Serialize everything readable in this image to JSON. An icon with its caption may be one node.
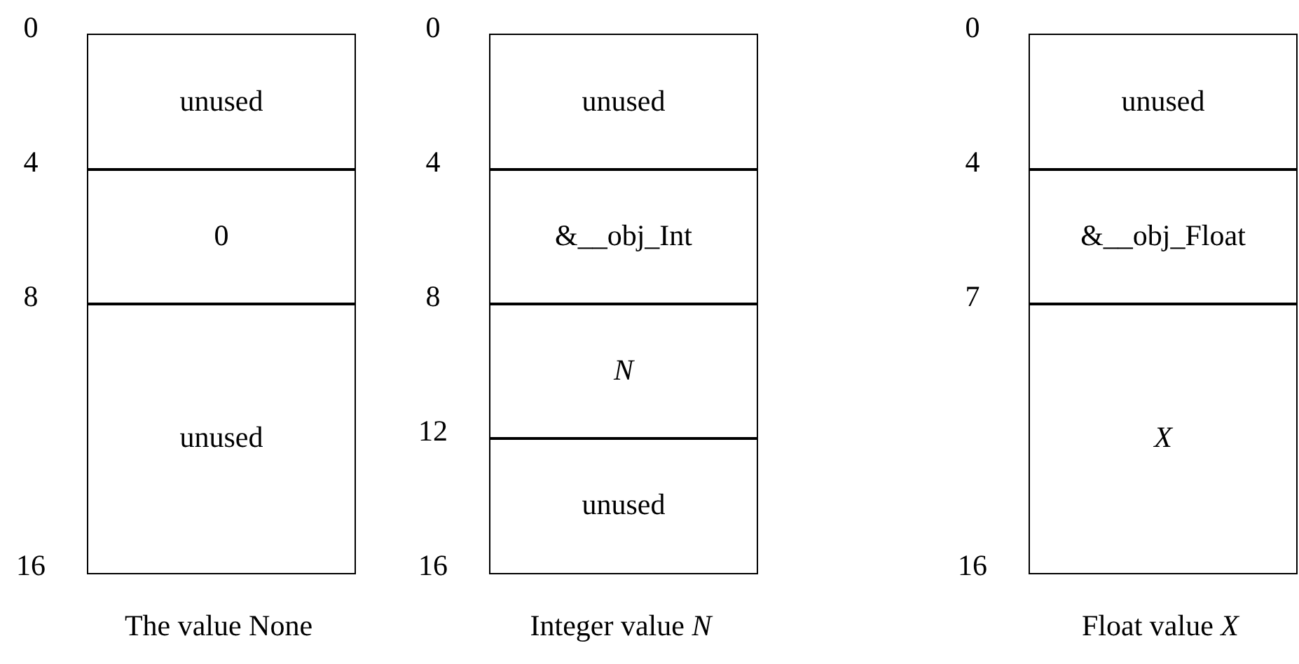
{
  "diagram": {
    "nodes": [
      {
        "text": [
          "unused"
        ]
      },
      {
        "text": [
          "0"
        ]
      },
      {
        "text": [
          "unused"
        ]
      },
      {
        "text": [
          "unused"
        ]
      },
      {
        "text": [
          "&__obj_Int"
        ]
      },
      {
        "text": [
          "*N*"
        ]
      },
      {
        "text": [
          "unused"
        ]
      },
      {
        "text": [
          "unused"
        ]
      },
      {
        "text": [
          "&__obj_Float"
        ]
      },
      {
        "text": [
          "*X*"
        ]
      }
    ],
    "labels": [
      "0",
      "4",
      "8",
      "16",
      "The value None",
      "0",
      "4",
      "8",
      "12",
      "16",
      "Integer value *N*",
      "0",
      "4",
      "7",
      "16",
      "Float value *X*"
    ]
  }
}
